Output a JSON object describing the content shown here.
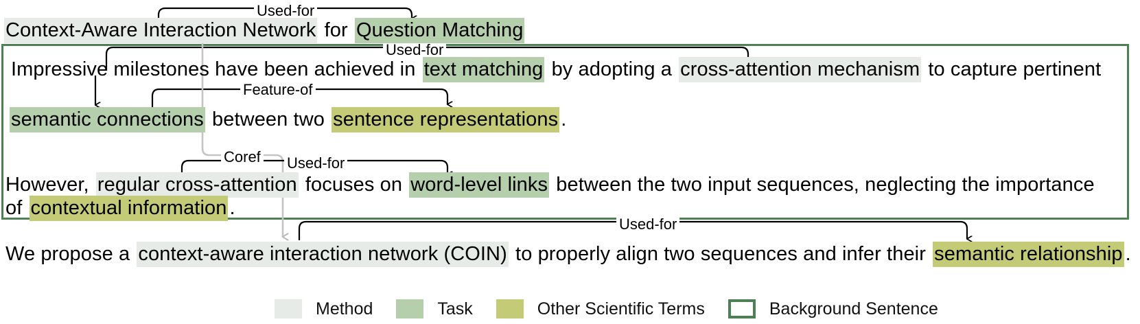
{
  "figure": {
    "title_sentence": {
      "segments": [
        {
          "text": "Context-Aware Interaction Network",
          "type": "Method"
        },
        {
          "text": " for ",
          "type": "plain"
        },
        {
          "text": "Question Matching",
          "type": "Task"
        }
      ],
      "plain": "Context-Aware Interaction Network for Question Matching"
    },
    "background_sentences": [
      {
        "line1": [
          {
            "text": "Impressive milestones have been achieved in ",
            "type": "plain"
          },
          {
            "text": "text matching",
            "type": "Task"
          },
          {
            "text": " by adopting a ",
            "type": "plain"
          },
          {
            "text": "cross-attention mechanism",
            "type": "Method"
          },
          {
            "text": " to capture pertinent",
            "type": "plain"
          }
        ],
        "line2": [
          {
            "text": "semantic connections",
            "type": "Task"
          },
          {
            "text": " between two ",
            "type": "plain"
          },
          {
            "text": "sentence representations",
            "type": "Other Scientific Terms"
          },
          {
            "text": ".",
            "type": "plain"
          }
        ]
      },
      {
        "line1": [
          {
            "text": "However, ",
            "type": "plain"
          },
          {
            "text": "regular cross-attention",
            "type": "Method"
          },
          {
            "text": " focuses on ",
            "type": "plain"
          },
          {
            "text": "word-level links",
            "type": "Task"
          },
          {
            "text": " between the two input sequences, neglecting the importance",
            "type": "plain"
          }
        ],
        "line2": [
          {
            "text": "of ",
            "type": "plain"
          },
          {
            "text": "contextual information",
            "type": "Other Scientific Terms"
          },
          {
            "text": ".",
            "type": "plain"
          }
        ]
      }
    ],
    "conclusion_sentence": {
      "segments": [
        {
          "text": "We propose a ",
          "type": "plain"
        },
        {
          "text": "context-aware interaction network (COIN)",
          "type": "Method"
        },
        {
          "text": " to properly align two sequences and infer their ",
          "type": "plain"
        },
        {
          "text": "semantic relationship",
          "type": "Other Scientific Terms"
        },
        {
          "text": ".",
          "type": "plain"
        }
      ]
    },
    "relations": [
      {
        "id": "r1",
        "label": "Used-for",
        "style": "solid"
      },
      {
        "id": "r2",
        "label": "Used-for",
        "style": "solid"
      },
      {
        "id": "r3",
        "label": "Feature-of",
        "style": "solid"
      },
      {
        "id": "r4",
        "label": "Coref",
        "style": "gray"
      },
      {
        "id": "r5",
        "label": "Used-for",
        "style": "solid"
      },
      {
        "id": "r6",
        "label": "Used-for",
        "style": "solid"
      }
    ],
    "legend": {
      "items": [
        {
          "label": "Method",
          "color": "#e6ebe8",
          "shape": "filled"
        },
        {
          "label": "Task",
          "color": "#b5ceab",
          "shape": "filled"
        },
        {
          "label": "Other Scientific Terms",
          "color": "#c3cb77",
          "shape": "filled"
        },
        {
          "label": "Background Sentence",
          "color": "#4e8055",
          "shape": "outline"
        }
      ]
    },
    "colors": {
      "method": "#e6ebe8",
      "task": "#b5ceab",
      "other_terms": "#c3cb77",
      "background_box": "#4e8055",
      "coref_link": "#bdbdbd",
      "link": "#000000"
    }
  }
}
